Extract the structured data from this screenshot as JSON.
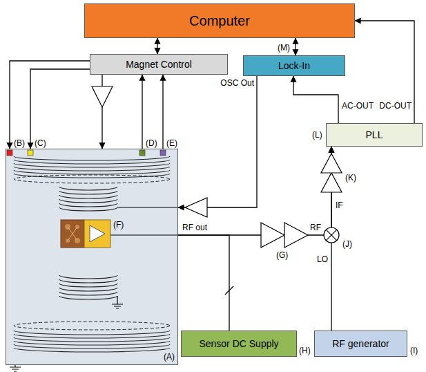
{
  "diagram": {
    "nodes": [
      {
        "text": [
          "Computer"
        ]
      },
      {
        "text": [
          "Magnet Control"
        ]
      },
      {
        "text": [
          "Lock-In"
        ]
      },
      {
        "text": [
          "PLL"
        ]
      },
      {
        "text": [
          "(A)"
        ]
      },
      {
        "text": [
          "Sensor DC Supply"
        ]
      },
      {
        "text": [
          "RF generator"
        ]
      }
    ],
    "edges": [
      {
        "from": 0,
        "to": 1,
        "arrow": "both"
      },
      {
        "from": 0,
        "to": 2,
        "arrow": "both"
      },
      {
        "from": 3,
        "to": 0,
        "arrow": "to"
      },
      {
        "from": 3,
        "to": 2,
        "arrow": "to"
      },
      {
        "from": 1,
        "to": 4,
        "arrow": "to"
      },
      {
        "from": 1,
        "to": 4,
        "arrow": "to"
      },
      {
        "from": 1,
        "to": 4,
        "arrow": "to"
      },
      {
        "from": 4,
        "to": 1,
        "arrow": "to"
      },
      {
        "from": 4,
        "to": 1,
        "arrow": "to"
      },
      {
        "from": 2,
        "to": 4,
        "arrow": "to"
      },
      {
        "from": 4,
        "to": 3,
        "arrow": "to"
      },
      {
        "from": 6,
        "to": 3,
        "arrow": "to"
      },
      {
        "from": 5,
        "to": 4,
        "arrow": "none"
      }
    ],
    "labels": [
      "(B)",
      "(C)",
      "(D)",
      "(E)",
      "(F)",
      "RF out",
      "(G)",
      "RF",
      "(J)",
      "IF",
      "(K)",
      "LO",
      "(L)",
      "AC-OUT",
      "DC-OUT",
      "(M)",
      "OSC Out",
      "(H)",
      "(I)"
    ]
  }
}
